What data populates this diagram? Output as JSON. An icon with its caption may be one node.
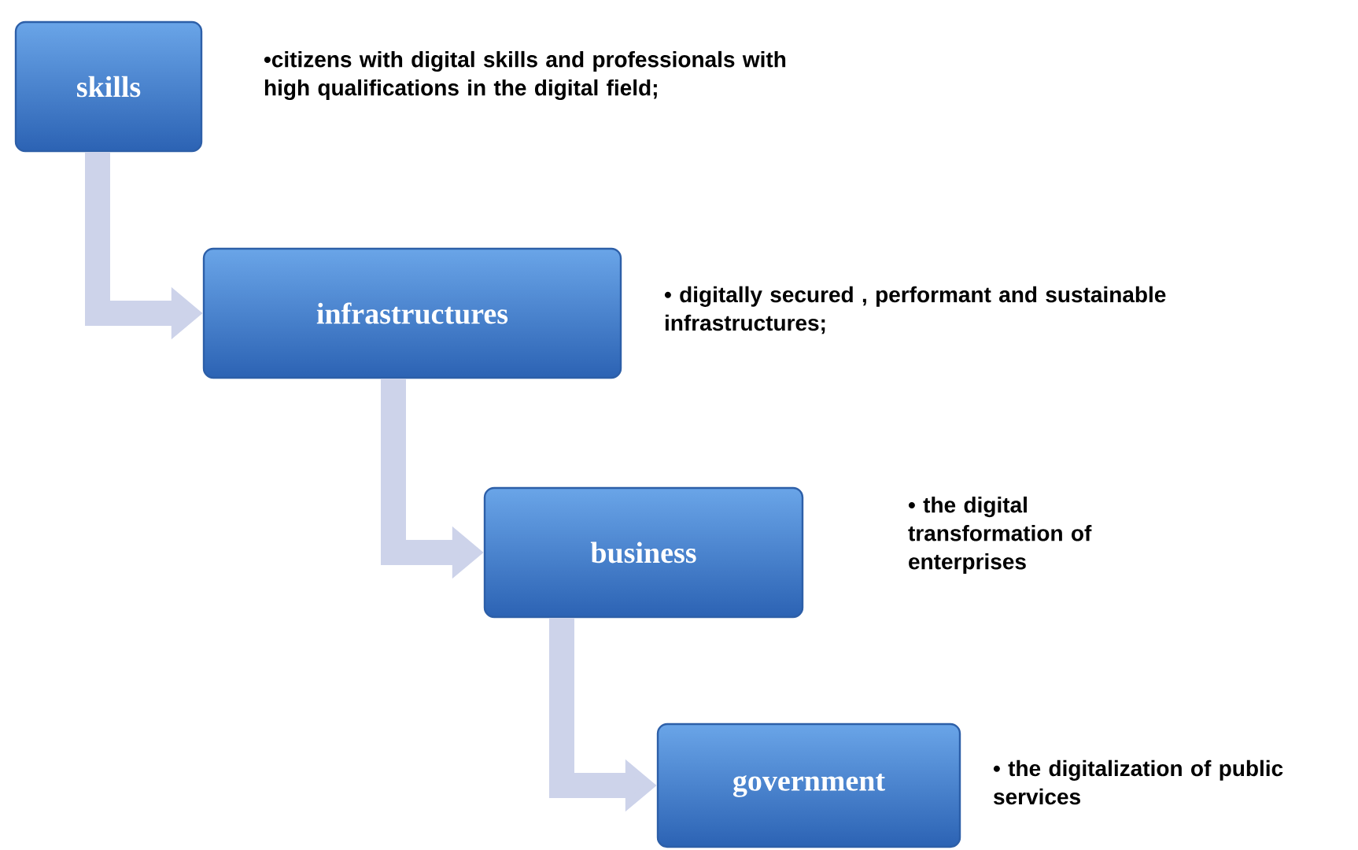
{
  "diagram": {
    "nodes": [
      {
        "text": [
          "skills"
        ]
      },
      {
        "text": [
          "infrastructures"
        ]
      },
      {
        "text": [
          "business"
        ]
      },
      {
        "text": [
          "government"
        ]
      }
    ],
    "edges": [
      {
        "from": 0,
        "to": 1,
        "arrow": "to"
      },
      {
        "from": 1,
        "to": 2,
        "arrow": "to"
      },
      {
        "from": 2,
        "to": 3,
        "arrow": "to"
      }
    ],
    "labels": [
      "•citizens with digital skills and professionals with high qualifications in the digital field;",
      "• digitally secured , performant and sustainable infrastructures;",
      "• the digital transformation of enterprises",
      "• the digitalization of public services"
    ]
  }
}
